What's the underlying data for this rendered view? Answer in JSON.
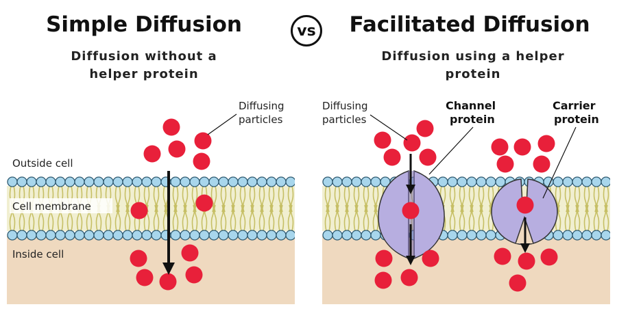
{
  "header": {
    "left_title": "Simple Diffusion",
    "right_title": "Facilitated Diffusion",
    "vs_label": "vs",
    "left_subtitle_line1": "Diffusion without a",
    "left_subtitle_line2": "helper protein",
    "right_subtitle_line1": "Diffusion using a helper",
    "right_subtitle_line2": "protein"
  },
  "left_panel": {
    "label_outside": "Outside cell",
    "label_membrane": "Cell membrane",
    "label_inside": "Inside cell",
    "particles_label_line1": "Diffusing",
    "particles_label_line2": "particles"
  },
  "right_panel": {
    "particles_label_line1": "Diffusing",
    "particles_label_line2": "particles",
    "channel_label_line1": "Channel",
    "channel_label_line2": "protein",
    "carrier_label_line1": "Carrier",
    "carrier_label_line2": "protein"
  },
  "colors": {
    "particle": "#e8203a",
    "membrane_head": "#a8d6ec",
    "membrane_tail": "#d8d27a",
    "inside": "#efd9bf",
    "protein": "#b7aee0"
  }
}
